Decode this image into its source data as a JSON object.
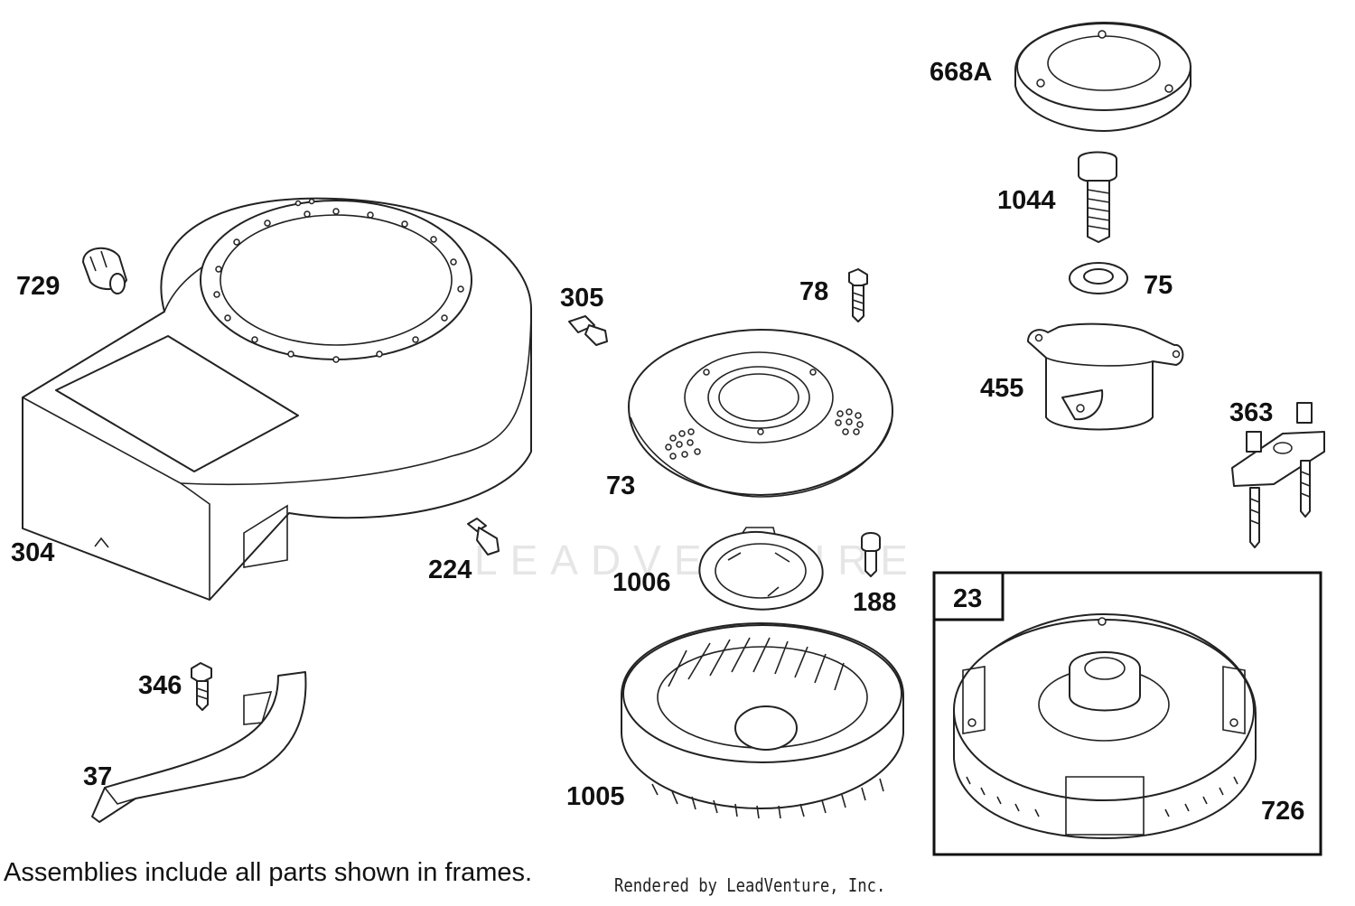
{
  "watermark": "LEADVENTURE",
  "frame_label": "23",
  "callouts": {
    "p668a": "668A",
    "p1044": "1044",
    "p75": "75",
    "p455": "455",
    "p363": "363",
    "p729": "729",
    "p305": "305",
    "p78": "78",
    "p73": "73",
    "p304": "304",
    "p224": "224",
    "p1006": "1006",
    "p188": "188",
    "p346": "346",
    "p37": "37",
    "p1005": "1005",
    "p726": "726"
  },
  "footer": {
    "note": "Assemblies include all parts shown in frames.",
    "credit": "Rendered by LeadVenture, Inc."
  }
}
